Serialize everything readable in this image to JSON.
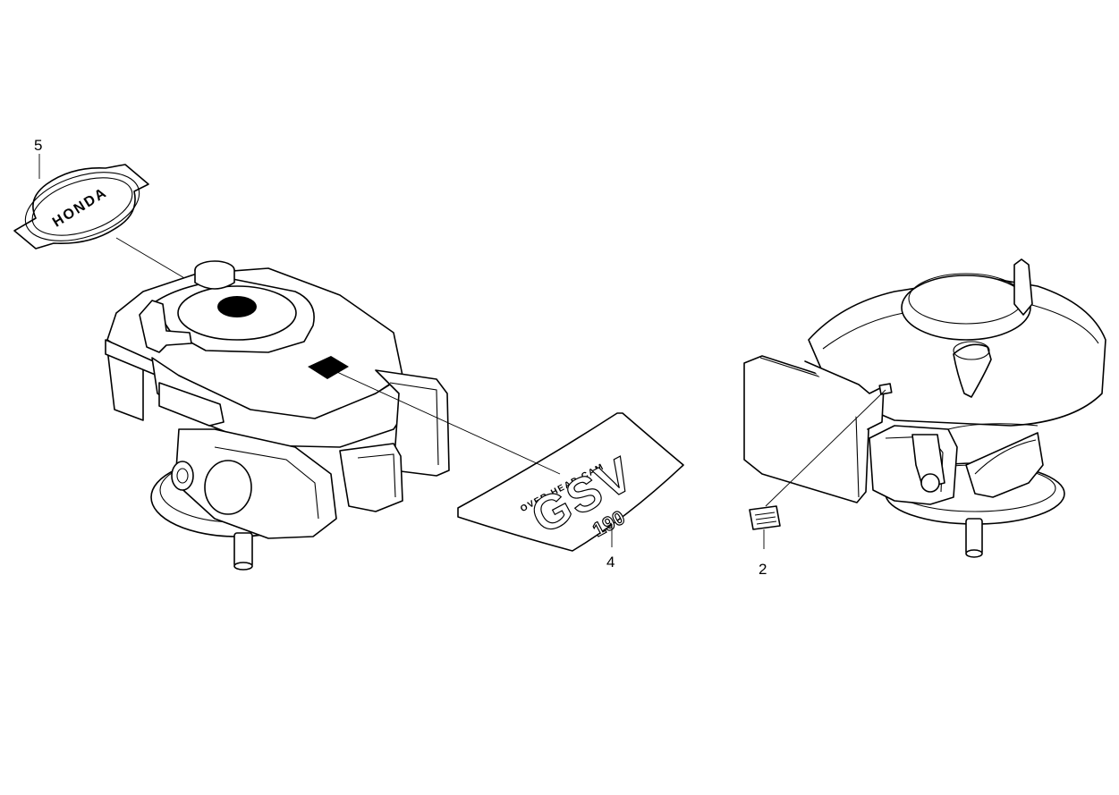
{
  "callouts": [
    {
      "id": "5",
      "label": "5"
    },
    {
      "id": "4",
      "label": "4"
    },
    {
      "id": "2",
      "label": "2"
    }
  ],
  "decals": {
    "honda_emblem_text": "HONDA",
    "gsv_small_text": "OVER HEAD CAM",
    "gsv_model_text": "GSV",
    "gsv_displacement_text": "190"
  },
  "colors": {
    "line": "#000000",
    "background": "#ffffff"
  }
}
